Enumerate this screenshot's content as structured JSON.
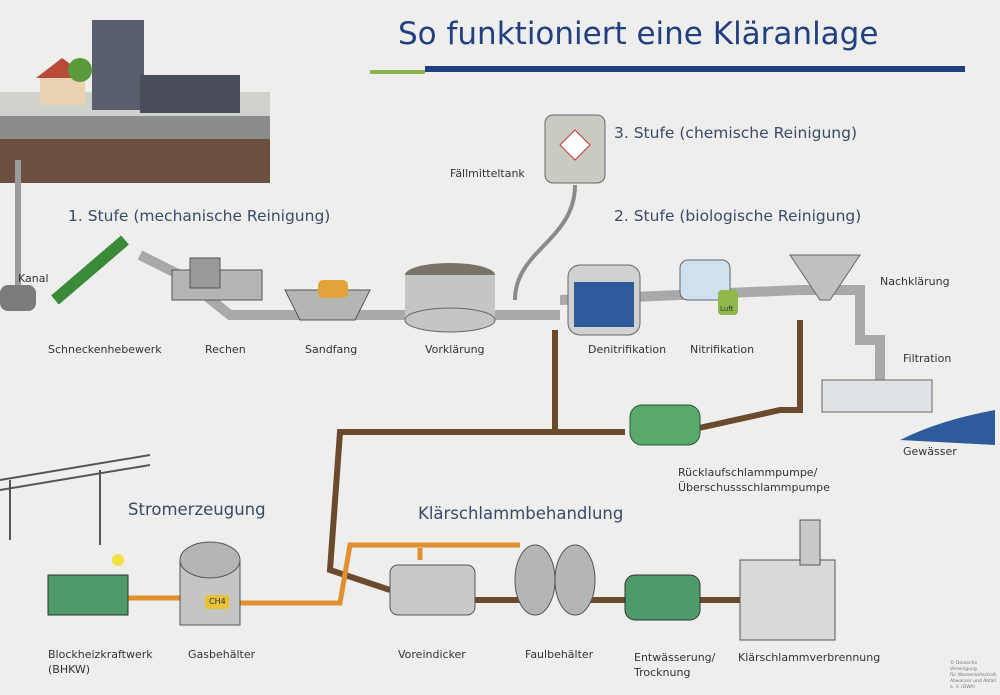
{
  "title": "So funktioniert eine Kläranlage",
  "colors": {
    "title": "#22407f",
    "title_rule_green": "#8ab34a",
    "title_rule_blue": "#22407f",
    "pipe": "#a8aaaa",
    "sludge_pipe": "#6b4a2e",
    "gas_pipe": "#e0902e",
    "water": "#2f5b9c"
  },
  "stages": {
    "stage1": "1. Stufe (mechanische Reinigung)",
    "stage2": "2. Stufe (biologische Reinigung)",
    "stage3": "3. Stufe (chemische Reinigung)",
    "power": "Stromerzeugung",
    "sludge": "Klärschlammbehandlung"
  },
  "labels": {
    "kanal": "Kanal",
    "schnecken": "Schneckenhebewerk",
    "rechen": "Rechen",
    "sandfang": "Sandfang",
    "vorklaerung": "Vorklärung",
    "faellmittel": "Fällmitteltank",
    "denitrifikation": "Denitrifikation",
    "nitrifikation": "Nitrifikation",
    "luft": "Luft",
    "nachklaerung": "Nachklärung",
    "filtration": "Filtration",
    "gewaesser": "Gewässer",
    "pumpe1": "Rücklaufschlammpumpe/",
    "pumpe2": "Überschussschlammpumpe",
    "bhkw1": "Blockheizkraftwerk",
    "bhkw2": "(BHKW)",
    "gasbehaelter": "Gasbehälter",
    "ch4": "CH4",
    "voreindicker": "Voreindicker",
    "faulbehaelter": "Faulbehälter",
    "entw1": "Entwässerung/",
    "entw2": "Trocknung",
    "verbrennung": "Klärschlammverbrennung"
  },
  "copyright": [
    "© Deutsche Vereinigung",
    "für Wasserwirtschaft,",
    "Abwasser und Abfall e. V. (DWA)"
  ]
}
